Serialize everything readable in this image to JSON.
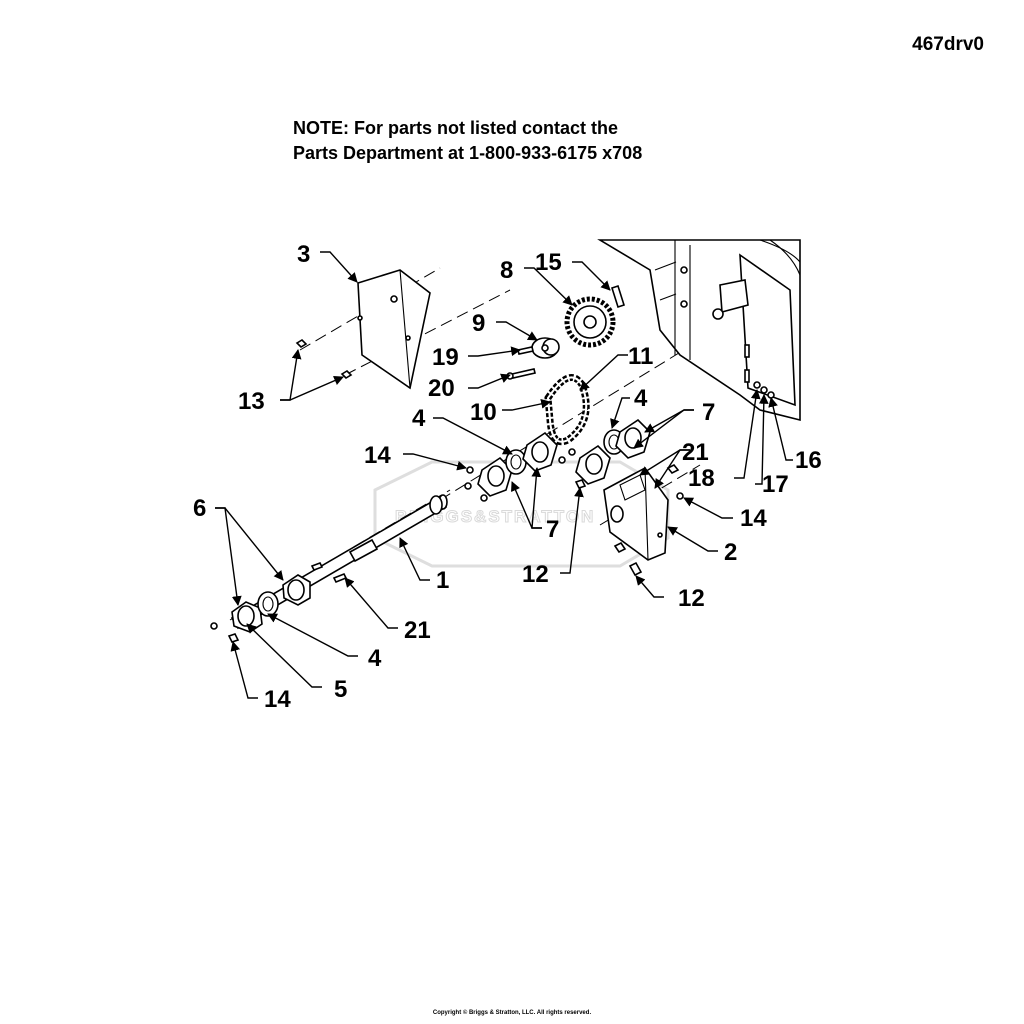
{
  "diagram_id": "467drv0",
  "note": {
    "line1": "NOTE:  For parts not listed contact the",
    "line2": "Parts Department at 1-800-933-6175 x708"
  },
  "watermark": "BRIGGS&STRATTON",
  "copyright": "Copyright © Briggs & Stratton, LLC. All rights reserved.",
  "callouts": {
    "c3": "3",
    "c8": "8",
    "c15": "15",
    "c9": "9",
    "c19": "19",
    "c20": "20",
    "c11": "11",
    "c10": "10",
    "c13": "13",
    "c4a": "4",
    "c7a": "7",
    "c4b": "4",
    "c14a": "14",
    "c21a": "21",
    "c18": "18",
    "c17": "17",
    "c16": "16",
    "c14b": "14",
    "c6": "6",
    "c7b": "7",
    "c12a": "12",
    "c2": "2",
    "c1": "1",
    "c12b": "12",
    "c21b": "21",
    "c4c": "4",
    "c5": "5",
    "c14c": "14"
  }
}
